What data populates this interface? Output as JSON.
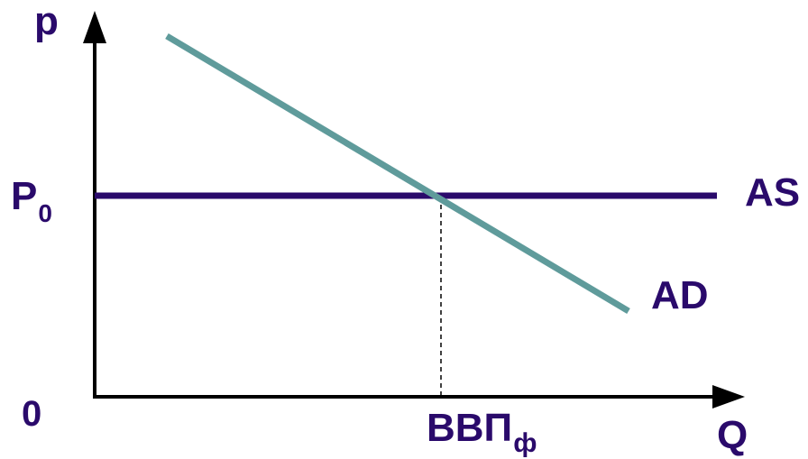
{
  "labels": {
    "y_axis": "p",
    "x_axis": "Q",
    "origin": "0",
    "price_main": "P",
    "price_sub": "0",
    "as_curve": "AS",
    "ad_curve": "AD",
    "output_main": "ВВП",
    "output_sub": "ф"
  },
  "colors": {
    "axes": "#000000",
    "labels": "#2a0a6b",
    "as_line": "#2a0a6b",
    "ad_line": "#5f9b9b",
    "guide": "#000000"
  }
}
